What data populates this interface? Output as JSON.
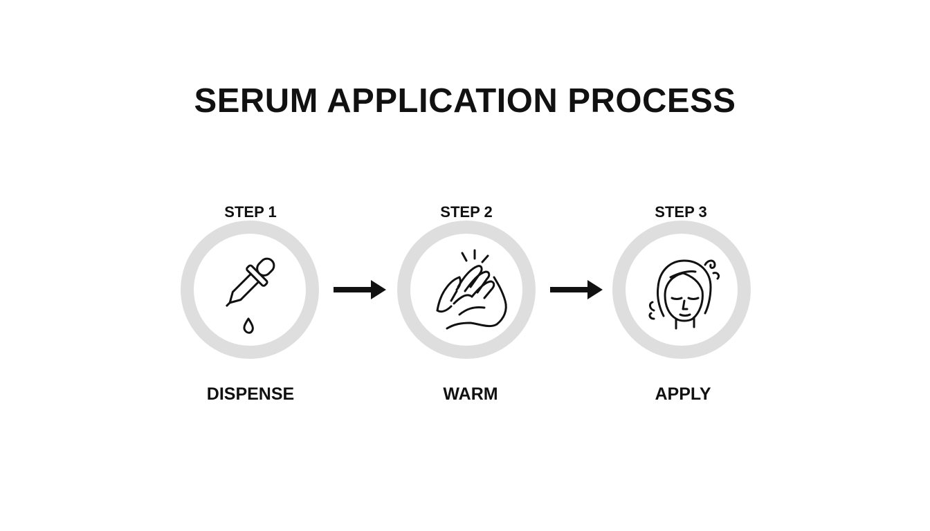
{
  "title": "SERUM APPLICATION PROCESS",
  "steps": [
    {
      "step": "STEP 1",
      "action": "DISPENSE",
      "icon": "dropper-icon"
    },
    {
      "step": "STEP 2",
      "action": "WARM",
      "icon": "rubbing-hands-icon"
    },
    {
      "step": "STEP 3",
      "action": "APPLY",
      "icon": "face-icon"
    }
  ],
  "colors": {
    "ring": "#dededf",
    "text": "#111111",
    "background": "#ffffff"
  }
}
